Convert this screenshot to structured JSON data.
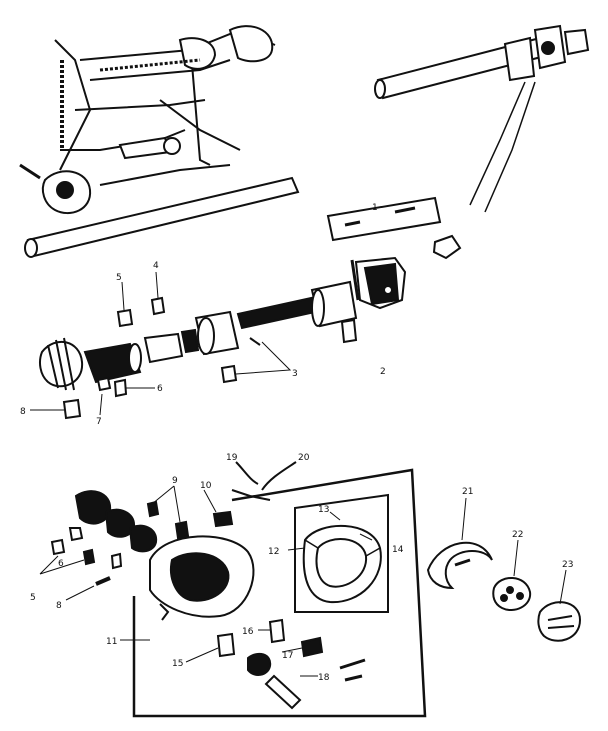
{
  "colors": {
    "ink": "#111111",
    "paper": "#ffffff"
  },
  "labels": {
    "l1": "1",
    "l2": "2",
    "l3": "3",
    "l4": "4",
    "l5_top": "5",
    "l6_top": "6",
    "l7": "7",
    "l8": "8",
    "l9": "9",
    "l10": "10",
    "l11": "11",
    "l12": "12",
    "l13": "13",
    "l14": "14",
    "l15": "15",
    "l16": "16",
    "l17": "17",
    "l18": "18",
    "l19": "19",
    "l20": "20",
    "l21": "21",
    "l22": "22",
    "l23": "23",
    "l5_bottom": "5",
    "l6_bottom": "6",
    "l8_bottom": "8"
  }
}
